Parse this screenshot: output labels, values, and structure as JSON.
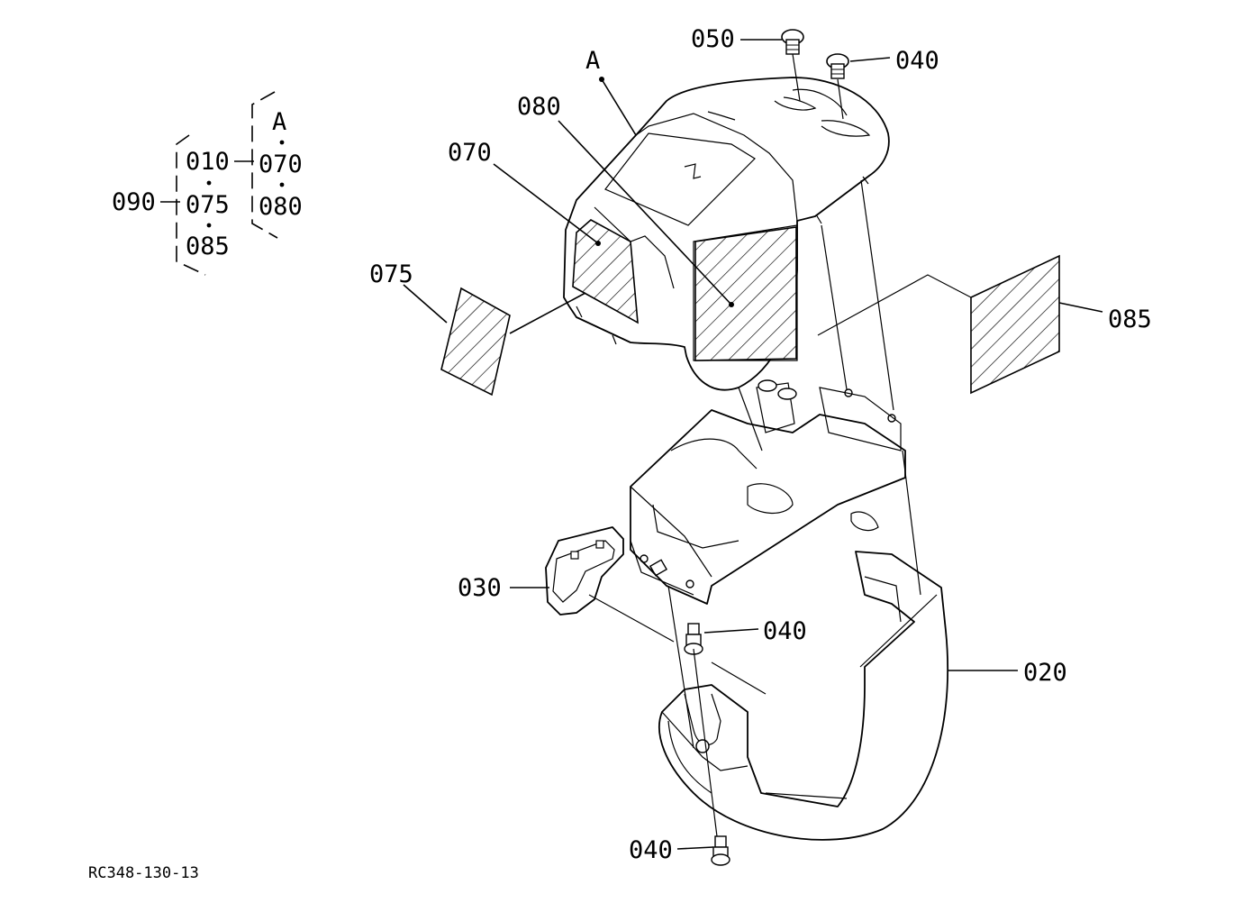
{
  "callouts": {
    "p050": "050",
    "p040_top": "040",
    "pA_top": "A",
    "p080": "080",
    "p070": "070",
    "p075": "075",
    "p085": "085",
    "p030": "030",
    "p040_mid": "040",
    "p020": "020",
    "p040_bottom": "040"
  },
  "legend": {
    "group": "090",
    "col1": [
      "010",
      "075",
      "085"
    ],
    "colA_title": "A",
    "colA": [
      "070",
      "080"
    ]
  },
  "drawing_code": "RC348-130-13"
}
